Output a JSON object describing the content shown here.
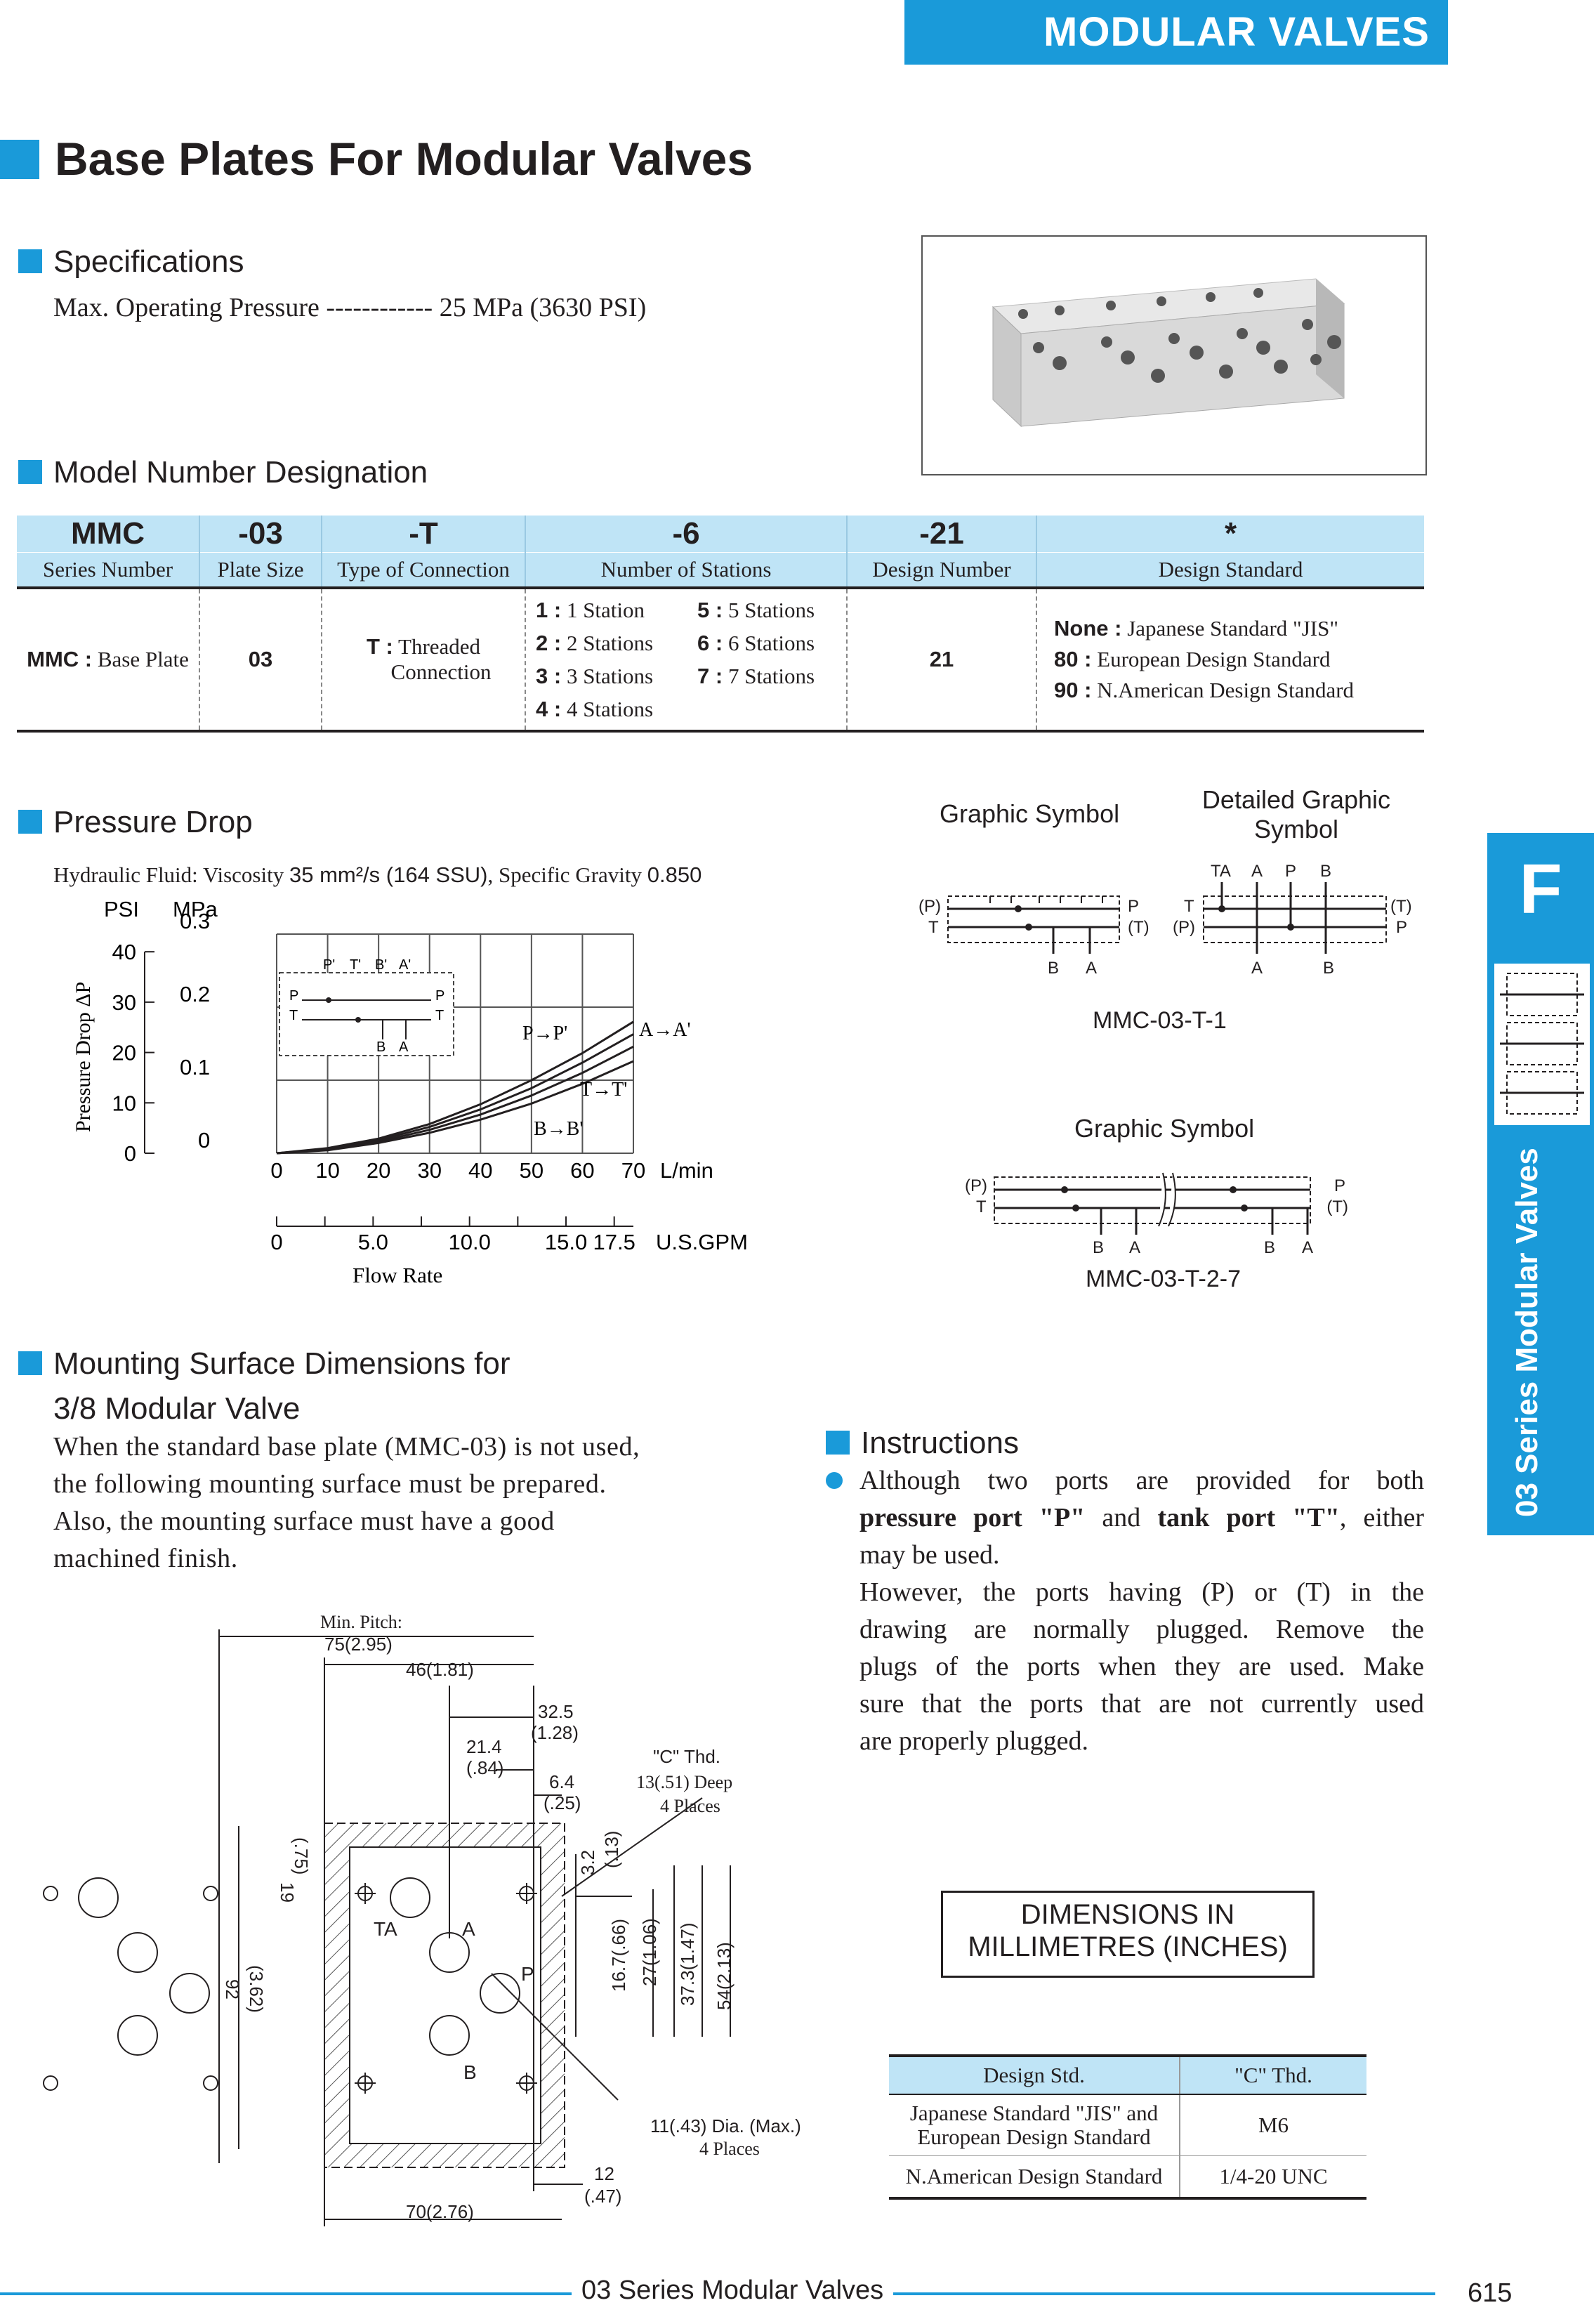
{
  "banner": "MODULAR VALVES",
  "title": "Base Plates For Modular Valves",
  "specs": {
    "heading": "Specifications",
    "line": "Max. Operating Pressure ------------ 25 MPa (3630 PSI)"
  },
  "model": {
    "heading": "Model Number Designation",
    "codes": [
      "MMC",
      "-03",
      "-T",
      "-6",
      "-21",
      "*"
    ],
    "labels": [
      "Series Number",
      "Plate Size",
      "Type of Connection",
      "Number of Stations",
      "Design Number",
      "Design Standard"
    ],
    "series_key": "MMC :",
    "series_val": "Base Plate",
    "plate_size": "03",
    "connection_key": "T :",
    "connection_val1": "Threaded",
    "connection_val2": "Connection",
    "stations_left": [
      {
        "k": "1 :",
        "v": "1 Station"
      },
      {
        "k": "2 :",
        "v": "2 Stations"
      },
      {
        "k": "3 :",
        "v": "3 Stations"
      },
      {
        "k": "4 :",
        "v": "4 Stations"
      }
    ],
    "stations_right": [
      {
        "k": "5 :",
        "v": "5 Stations"
      },
      {
        "k": "6 :",
        "v": "6 Stations"
      },
      {
        "k": "7 :",
        "v": "7 Stations"
      }
    ],
    "design_number": "21",
    "standards": [
      {
        "k": "None :",
        "v": "Japanese Standard \"JIS\""
      },
      {
        "k": "80 :",
        "v": "European Design Standard"
      },
      {
        "k": "90 :",
        "v": "N.American Design Standard"
      }
    ]
  },
  "pressure_drop": {
    "heading": "Pressure Drop",
    "fluid_pre": "Hydraulic Fluid: Viscosity ",
    "fluid_val": "35 mm²/s (164 SSU)",
    "fluid_mid": ", Specific Gravity ",
    "fluid_sg": "0.850"
  },
  "chart_data": {
    "type": "line",
    "xlabel": "Flow Rate",
    "ylabel": "Pressure Drop ΔP",
    "x_unit": "L/min",
    "x_unit_2": "U.S.GPM",
    "y_unit": "PSI",
    "y_unit_2": "MPa",
    "xlim": [
      0,
      70
    ],
    "ylim": [
      0,
      0.3
    ],
    "x_ticks": [
      "0",
      "10",
      "20",
      "30",
      "40",
      "50",
      "60",
      "70"
    ],
    "x_ticks_2": [
      "0",
      "5.0",
      "10.0",
      "15.0",
      "17.5"
    ],
    "y_ticks_psi": [
      "0",
      "10",
      "20",
      "30",
      "40"
    ],
    "y_ticks_mpa": [
      "0",
      "0.1",
      "0.2",
      "0.3"
    ],
    "grid": true,
    "series": [
      {
        "name": "A→A'",
        "x": [
          0,
          10,
          20,
          30,
          40,
          50,
          60,
          70
        ],
        "y": [
          0,
          0.007,
          0.02,
          0.04,
          0.067,
          0.1,
          0.137,
          0.18
        ]
      },
      {
        "name": "P→P'",
        "x": [
          0,
          10,
          20,
          30,
          40,
          50,
          60,
          70
        ],
        "y": [
          0,
          0.006,
          0.018,
          0.036,
          0.06,
          0.089,
          0.124,
          0.163
        ]
      },
      {
        "name": "T→T'",
        "x": [
          0,
          10,
          20,
          30,
          40,
          50,
          60,
          70
        ],
        "y": [
          0,
          0.005,
          0.016,
          0.032,
          0.053,
          0.079,
          0.11,
          0.146
        ]
      },
      {
        "name": "B→B'",
        "x": [
          0,
          10,
          20,
          30,
          40,
          50,
          60,
          70
        ],
        "y": [
          0,
          0.004,
          0.014,
          0.028,
          0.046,
          0.068,
          0.095,
          0.126
        ]
      }
    ],
    "inset_labels": [
      "P'",
      "T'",
      "B'",
      "A'",
      "P",
      "T",
      "P",
      "T",
      "B",
      "A"
    ]
  },
  "symbols": {
    "graphic": "Graphic Symbol",
    "detailed_1": "Detailed Graphic",
    "detailed_2": "Symbol",
    "model_1": "MMC-03-T-1",
    "graphic_2": "Graphic Symbol",
    "model_2": "MMC-03-T-2-7",
    "port_labels": {
      "p_paren": "(P)",
      "t": "T",
      "p": "P",
      "t_paren": "(T)",
      "b": "B",
      "a": "A",
      "ta": "TA"
    }
  },
  "side_tab": {
    "letter": "F",
    "text": "03 Series Modular Valves"
  },
  "mounting": {
    "heading_1": "Mounting Surface Dimensions for",
    "heading_2": "3/8 Modular Valve",
    "lines": [
      "When the standard base plate (MMC-03) is not used,",
      "the following mounting surface must be prepared.",
      "Also, the mounting surface must have a good",
      "machined finish."
    ]
  },
  "drawing": {
    "min_pitch": "Min. Pitch:",
    "d75": "75(2.95)",
    "d46": "46(1.81)",
    "d32": "32.5",
    "d32i": "(1.28)",
    "d21": "21.4",
    "d21i": "(.84)",
    "d6": "6.4",
    "d6i": "(.25)",
    "c_thd_1": "\"C\" Thd.",
    "c_thd_2": "13(.51) Deep",
    "c_thd_3": "4 Places",
    "d19": "19",
    "d19i": "(.75)",
    "d92": "92",
    "d92i": "(3.62)",
    "d3": "3.2",
    "d3i": "(.13)",
    "d16": "16.7(.66)",
    "d27": "27(1.06)",
    "d37": "37.3(1.47)",
    "d54": "54(2.13)",
    "d11_1": "11(.43) Dia. (Max.)",
    "d11_2": "4 Places",
    "d12": "12",
    "d12i": "(.47)",
    "d70": "70(2.76)",
    "ports": [
      "TA",
      "A",
      "P",
      "B"
    ]
  },
  "instructions": {
    "heading": "Instructions",
    "l1": "Although two ports are provided for both",
    "l2a": "pressure port \"P\"",
    "l2b": " and ",
    "l2c": "tank port \"T\"",
    "l2d": ", either",
    "l3": "may be used.",
    "l4": "However, the ports having (P) or (T) in the",
    "l5": "drawing are normally plugged. Remove the",
    "l6": "plugs of the ports when they are used. Make",
    "l7": "sure that the ports that are not currently used",
    "l8": "are properly plugged."
  },
  "dimensions_note": {
    "l1": "DIMENSIONS IN",
    "l2": "MILLIMETRES (INCHES)"
  },
  "c_table": {
    "headers": [
      "Design Std.",
      "\"C\" Thd."
    ],
    "row1_a": "Japanese Standard \"JIS\" and",
    "row1_b": "European Design Standard",
    "row1_val": "M6",
    "row2": "N.American Design Standard",
    "row2_val": "1/4-20 UNC"
  },
  "footer": {
    "text": "03 Series Modular Valves",
    "page": "615"
  }
}
